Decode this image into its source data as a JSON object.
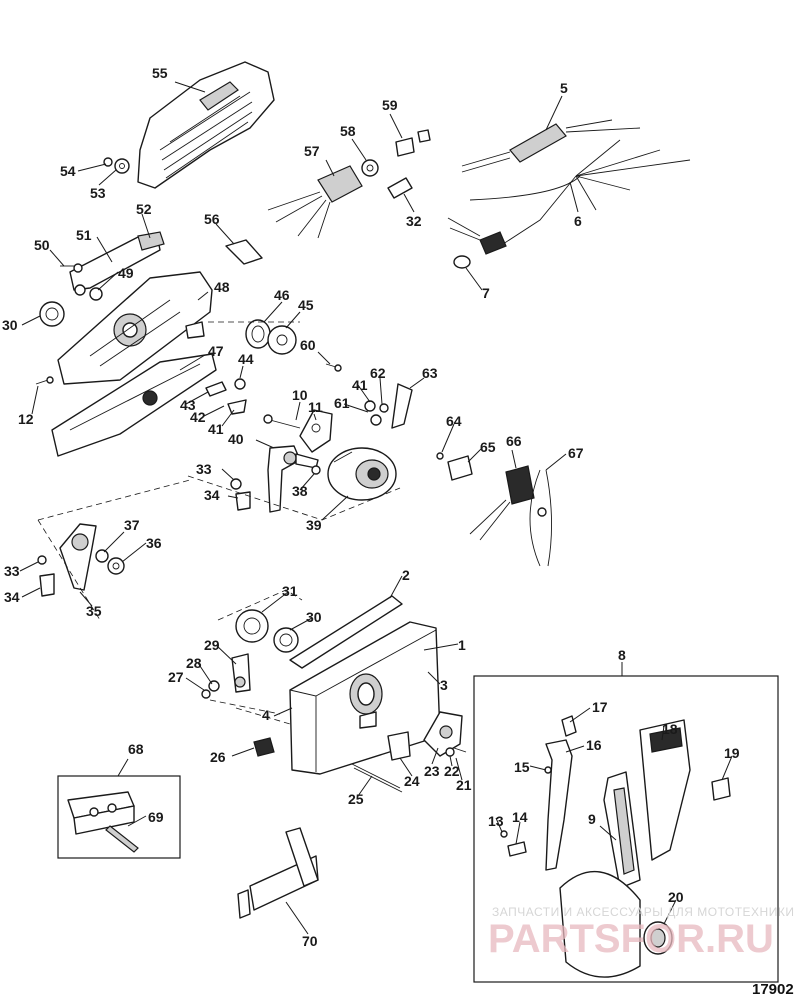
{
  "figure_number": "17902",
  "watermark": {
    "caption": "ЗАПЧАСТИ И АКСЕССУАРЫ ДЛЯ МОТОТЕХНИКИ",
    "site": "PARTSFOR.RU"
  },
  "callouts": [
    {
      "num": "1"
    },
    {
      "num": "2"
    },
    {
      "num": "3"
    },
    {
      "num": "4"
    },
    {
      "num": "5"
    },
    {
      "num": "6"
    },
    {
      "num": "7"
    },
    {
      "num": "8"
    },
    {
      "num": "9"
    },
    {
      "num": "10"
    },
    {
      "num": "11"
    },
    {
      "num": "12"
    },
    {
      "num": "13"
    },
    {
      "num": "14"
    },
    {
      "num": "15"
    },
    {
      "num": "16"
    },
    {
      "num": "17"
    },
    {
      "num": "18"
    },
    {
      "num": "19"
    },
    {
      "num": "20"
    },
    {
      "num": "21"
    },
    {
      "num": "22"
    },
    {
      "num": "23"
    },
    {
      "num": "24"
    },
    {
      "num": "25"
    },
    {
      "num": "26"
    },
    {
      "num": "27"
    },
    {
      "num": "28"
    },
    {
      "num": "29"
    },
    {
      "num": "30"
    },
    {
      "num": "30"
    },
    {
      "num": "31"
    },
    {
      "num": "32"
    },
    {
      "num": "33"
    },
    {
      "num": "33"
    },
    {
      "num": "34"
    },
    {
      "num": "34"
    },
    {
      "num": "35"
    },
    {
      "num": "36"
    },
    {
      "num": "37"
    },
    {
      "num": "38"
    },
    {
      "num": "39"
    },
    {
      "num": "40"
    },
    {
      "num": "41"
    },
    {
      "num": "41"
    },
    {
      "num": "42"
    },
    {
      "num": "43"
    },
    {
      "num": "44"
    },
    {
      "num": "45"
    },
    {
      "num": "46"
    },
    {
      "num": "47"
    },
    {
      "num": "48"
    },
    {
      "num": "49"
    },
    {
      "num": "50"
    },
    {
      "num": "51"
    },
    {
      "num": "52"
    },
    {
      "num": "53"
    },
    {
      "num": "54"
    },
    {
      "num": "55"
    },
    {
      "num": "56"
    },
    {
      "num": "57"
    },
    {
      "num": "58"
    },
    {
      "num": "59"
    },
    {
      "num": "60"
    },
    {
      "num": "61"
    },
    {
      "num": "62"
    },
    {
      "num": "63"
    },
    {
      "num": "64"
    },
    {
      "num": "65"
    },
    {
      "num": "66"
    },
    {
      "num": "67"
    },
    {
      "num": "68"
    },
    {
      "num": "69"
    },
    {
      "num": "70"
    }
  ]
}
